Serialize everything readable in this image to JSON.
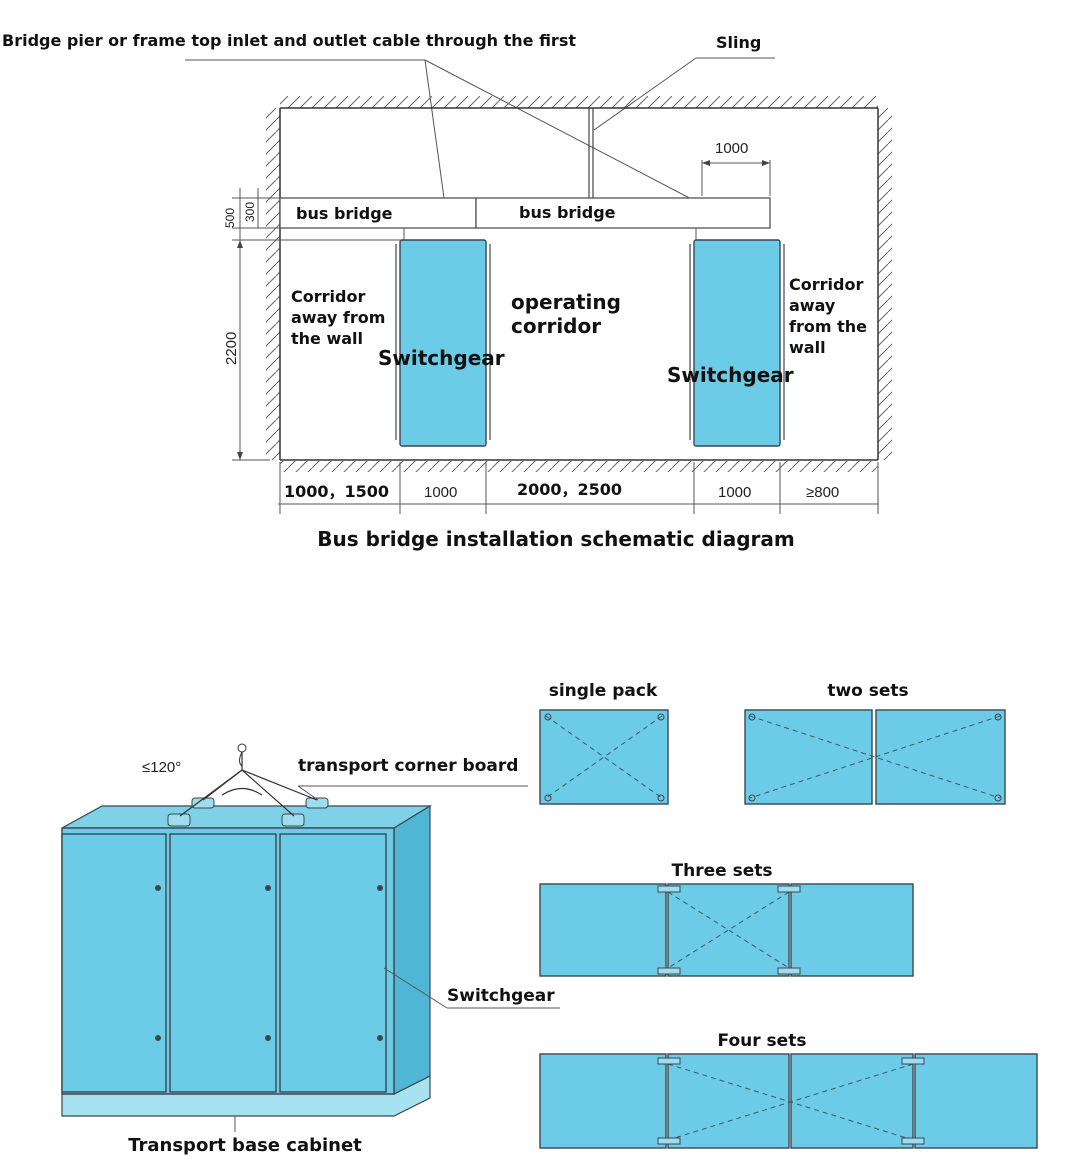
{
  "top_diagram": {
    "callout_bridge_pier": "Bridge pier or frame top inlet and outlet cable through the first",
    "callout_sling": "Sling",
    "bus_bridge_left": "bus bridge",
    "bus_bridge_center": "bus bridge",
    "dim_top_1000": "1000",
    "dim_500": "500",
    "dim_300": "300",
    "dim_2200": "2200",
    "corridor_left": [
      "Corridor",
      "away from",
      "the wall"
    ],
    "operating_corridor": [
      "operating",
      "corridor"
    ],
    "corridor_right": [
      "Corridor",
      "away",
      "from the",
      "wall"
    ],
    "switchgear_left": "Switchgear",
    "switchgear_right": "Switchgear",
    "bottom_dims": [
      "1000，1500",
      "1000",
      "2000，2500",
      "1000",
      "≥800"
    ],
    "caption": "Bus bridge installation schematic diagram"
  },
  "bottom_diagram": {
    "angle_label": "≤120°",
    "transport_corner_board": "transport corner board",
    "switchgear": "Switchgear",
    "transport_base_cabinet": "Transport base cabinet",
    "single_pack": "single pack",
    "two_sets": "two sets",
    "three_sets": "Three sets",
    "four_sets": "Four sets"
  }
}
